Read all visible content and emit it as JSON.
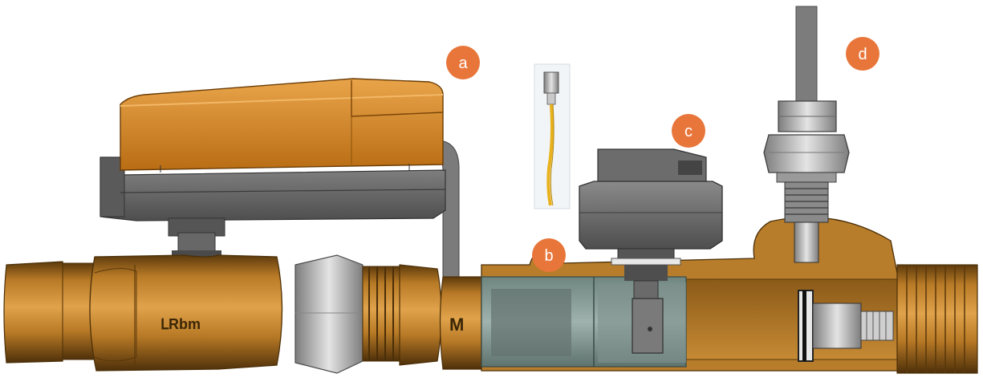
{
  "colors": {
    "callout": "#e8763a",
    "brass": "#c9882e",
    "brass_dark": "#7a4d12",
    "actuator_orange": "#d88a22",
    "actuator_gray": "#6e6e6e",
    "sensor_body": "#505050",
    "steel": "#b8b8b8",
    "cable_yellow": "#e8b21c"
  },
  "callouts": [
    {
      "id": "a",
      "label": "a"
    },
    {
      "id": "b",
      "label": "b"
    },
    {
      "id": "c",
      "label": "c"
    },
    {
      "id": "d",
      "label": "d"
    }
  ],
  "markings": {
    "valve_brand": "ᒪRbm",
    "meter_mark": "M"
  },
  "icons": {
    "actuator": "motorized-actuator-icon",
    "flow_sensor": "flow-sensor-icon",
    "temp_probe": "temperature-probe-icon",
    "cable_inset": "cable-connector-icon"
  }
}
